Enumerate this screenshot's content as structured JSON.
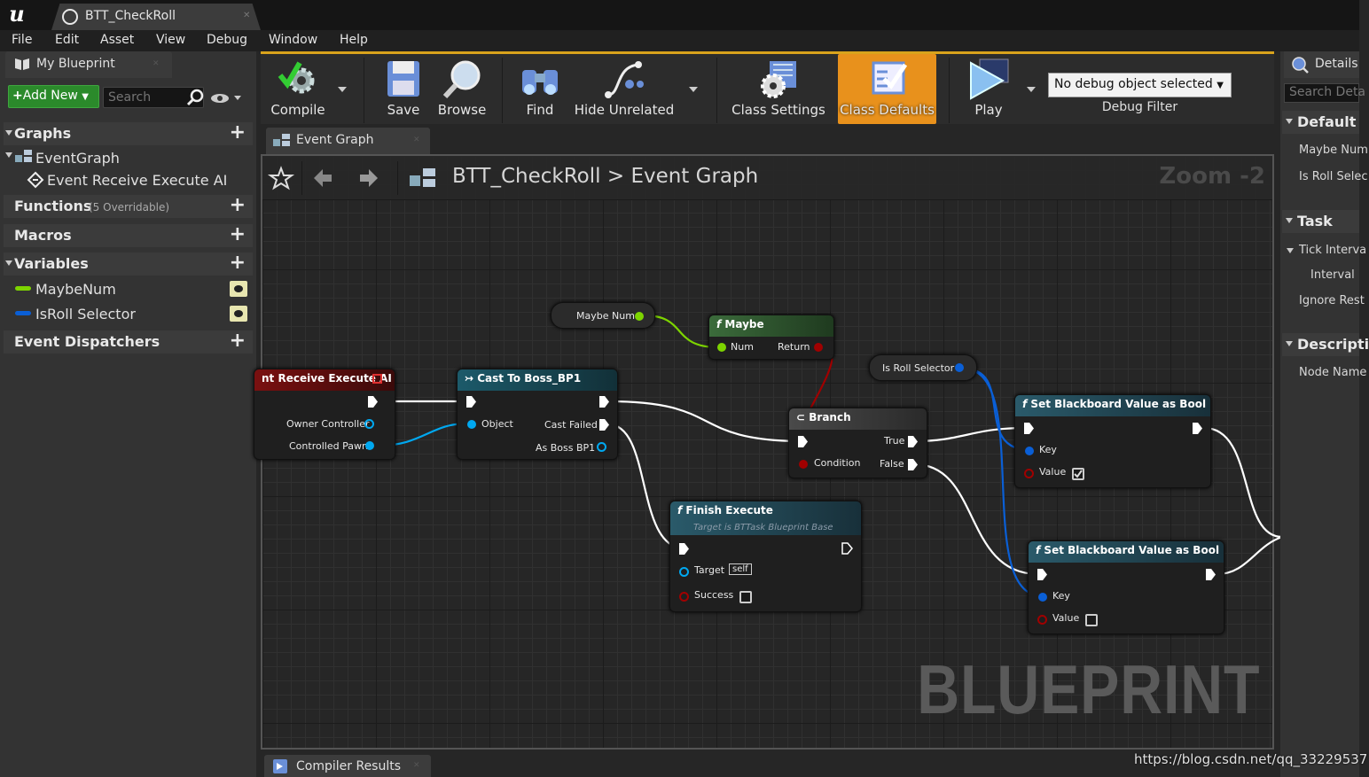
{
  "window": {
    "tab_title": "BTT_CheckRoll"
  },
  "menu": [
    "File",
    "Edit",
    "Asset",
    "View",
    "Debug",
    "Window",
    "Help"
  ],
  "my_blueprint": {
    "tab_label": "My Blueprint",
    "add_new_label": "Add New",
    "search_placeholder": "Search",
    "graphs_label": "Graphs",
    "event_graph_label": "EventGraph",
    "event_item_label": "Event Receive Execute AI",
    "functions_label": "Functions",
    "functions_note": "(5 Overridable)",
    "macros_label": "Macros",
    "variables_label": "Variables",
    "variables": [
      {
        "name": "MaybeNum",
        "color": "#7dd400"
      },
      {
        "name": "IsRoll Selector",
        "color": "#0a5fd6"
      }
    ],
    "dispatchers_label": "Event Dispatchers"
  },
  "toolbar": {
    "compile": "Compile",
    "save": "Save",
    "browse": "Browse",
    "find": "Find",
    "hide_unrelated": "Hide Unrelated",
    "class_settings": "Class Settings",
    "class_defaults": "Class Defaults",
    "play": "Play",
    "debug_select": "No debug object selected",
    "debug_filter": "Debug Filter"
  },
  "graph_tab": {
    "label": "Event Graph"
  },
  "breadcrumb": {
    "root": "BTT_CheckRoll",
    "separator": ">",
    "current": "Event Graph"
  },
  "zoom_label": "Zoom -2",
  "blueprint_watermark": "BLUEPRINT",
  "nodes": {
    "event_receive": {
      "title": "nt Receive Execute AI",
      "pins": [
        "Owner Controller",
        "Controlled Pawn"
      ]
    },
    "cast": {
      "title": "Cast To Boss_BP1",
      "pins": [
        "Object",
        "Cast Failed",
        "As Boss BP1"
      ]
    },
    "maybe_num_var": {
      "label": "Maybe Num"
    },
    "maybe_func": {
      "title": "Maybe",
      "pins": [
        "Num",
        "Return"
      ]
    },
    "is_roll_var": {
      "label": "Is Roll Selector"
    },
    "branch": {
      "title": "Branch",
      "pins": [
        "True",
        "Condition",
        "False"
      ]
    },
    "finish": {
      "title": "Finish Execute",
      "subtitle": "Target is BTTask Blueprint Base",
      "pins": [
        "Target",
        "Success"
      ],
      "target_value": "self"
    },
    "set_bb_1": {
      "title": "Set Blackboard Value as Bool",
      "pins": [
        "Key",
        "Value"
      ]
    },
    "set_bb_2": {
      "title": "Set Blackboard Value as Bool",
      "pins": [
        "Key",
        "Value"
      ]
    }
  },
  "details": {
    "tab_label": "Details",
    "search_placeholder": "Search Deta",
    "default_label": "Default",
    "default_items": [
      "Maybe Num",
      "Is Roll Selec"
    ],
    "task_label": "Task",
    "task_items": [
      "Tick Interva",
      "Interval",
      "Ignore Rest"
    ],
    "description_label": "Descripti",
    "description_items": [
      "Node Name"
    ]
  },
  "compiler_results": {
    "label": "Compiler Results"
  },
  "watermark": "https://blog.csdn.net/qq_33229537",
  "colors": {
    "accent": "#d9a31c",
    "class_defaults_bg": "#e8911c",
    "add_new_bg": "#2b8a2b",
    "exec_white": "#ffffff",
    "object_blue": "#00a8f0",
    "bool_red": "#a00000",
    "int_green": "#7dd400"
  }
}
